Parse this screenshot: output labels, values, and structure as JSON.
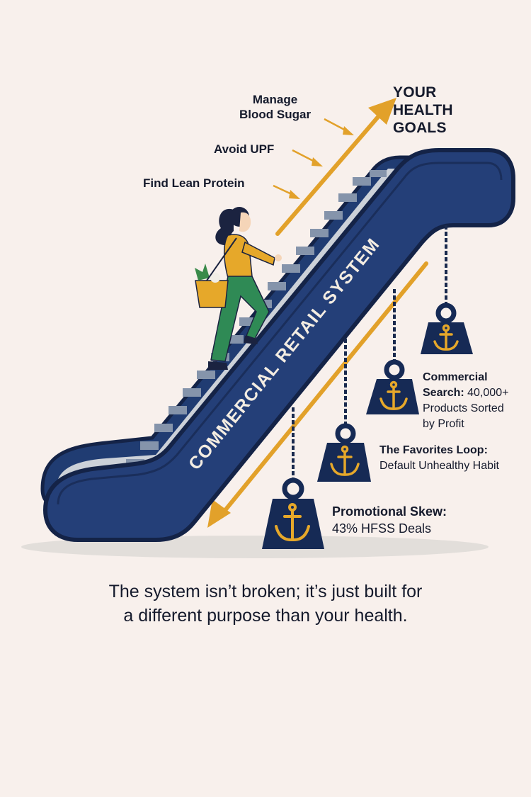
{
  "header": {
    "goals_title": [
      "YOUR",
      "HEALTH",
      "GOALS"
    ]
  },
  "goals": [
    {
      "label_lines": [
        "Manage",
        "Blood Sugar"
      ]
    },
    {
      "label_lines": [
        "Avoid UPF"
      ]
    },
    {
      "label_lines": [
        "Find Lean Protein"
      ]
    }
  ],
  "escalator": {
    "label": "COMMERCIAL RETAIL SYSTEM"
  },
  "weights": [
    {
      "bold": "Commercial",
      "bold2": "Search:",
      "reg_inline": " 40,000+",
      "reg_lines": [
        "Products Sorted",
        "by Profit"
      ]
    },
    {
      "bold": "The Favorites Loop:",
      "reg_lines": [
        "Default Unhealthy Habit"
      ]
    },
    {
      "bold": "Promotional Skew:",
      "reg_lines": [
        "43% HFSS Deals"
      ]
    }
  ],
  "footer": {
    "line1": "The system isn’t broken; it’s just built for",
    "line2": "a different purpose than your health."
  },
  "colors": {
    "background": "#f8f0ec",
    "navy": "#1f3a6e",
    "navy_dark": "#152447",
    "gold": "#e2a12a",
    "steps_light": "#c9ced6",
    "steps_dark": "#8393aa",
    "shirt": "#e6a82a",
    "pants": "#2f8a55"
  }
}
